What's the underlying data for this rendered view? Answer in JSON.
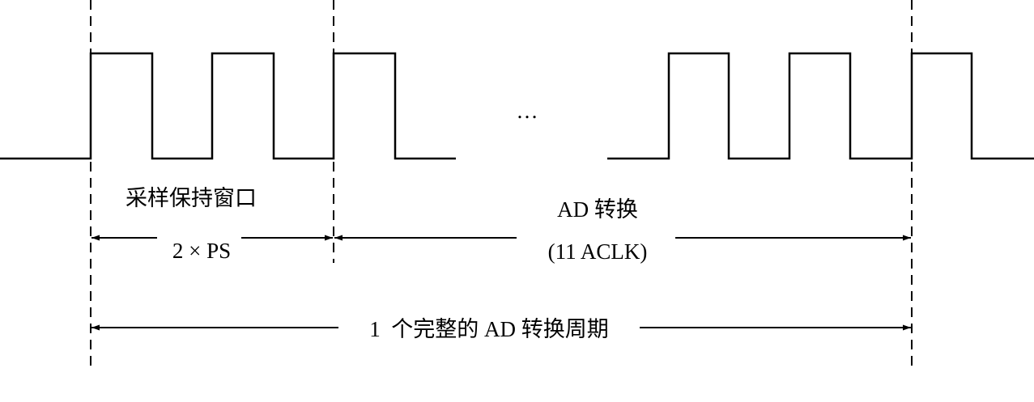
{
  "diagram": {
    "sample_window_label": "采样保持窗口",
    "sample_window_duration": "2 × PS",
    "conversion_label": "AD 转换",
    "conversion_duration": "(11 ACLK)",
    "ellipsis": "…",
    "full_cycle_label": "1  个完整的 AD 转换周期"
  }
}
